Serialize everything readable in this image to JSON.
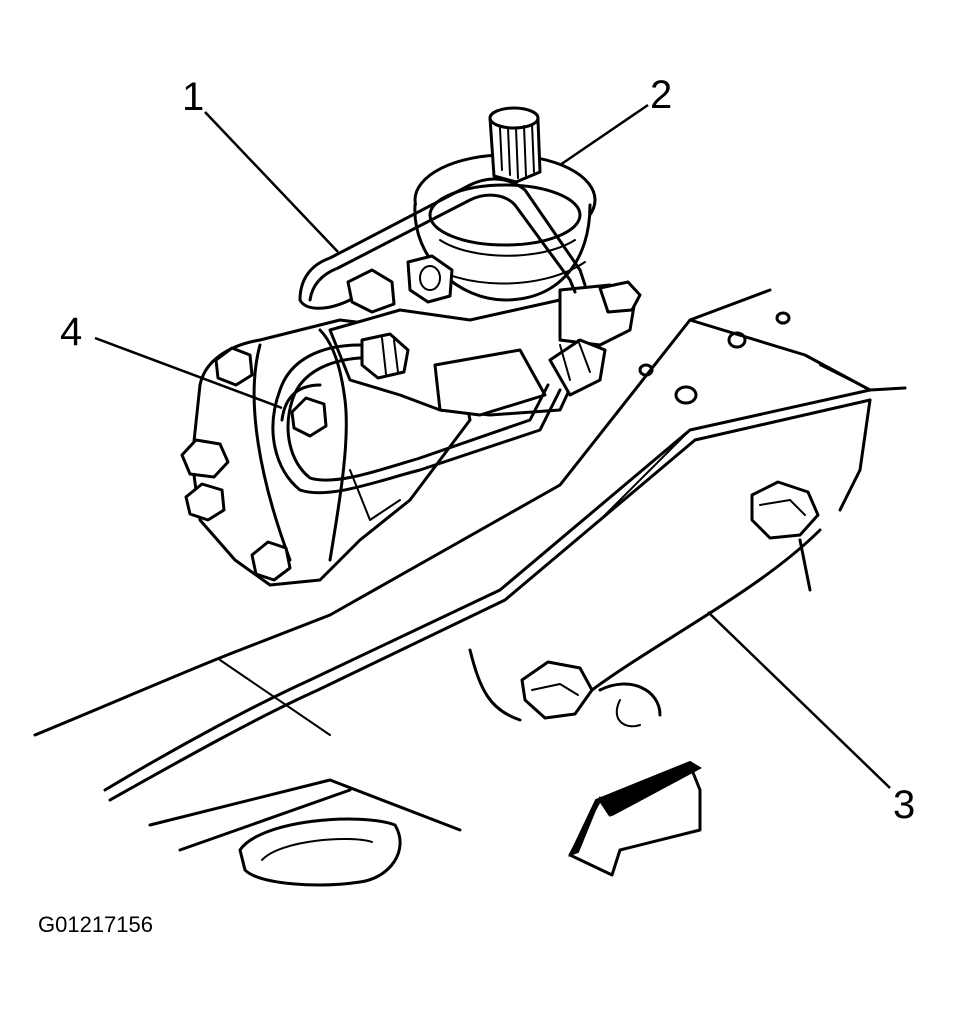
{
  "figure_id": "G01217156",
  "callouts": {
    "c1": "1",
    "c2": "2",
    "c3": "3",
    "c4": "4"
  },
  "colors": {
    "line": "#000000",
    "background": "#ffffff"
  }
}
